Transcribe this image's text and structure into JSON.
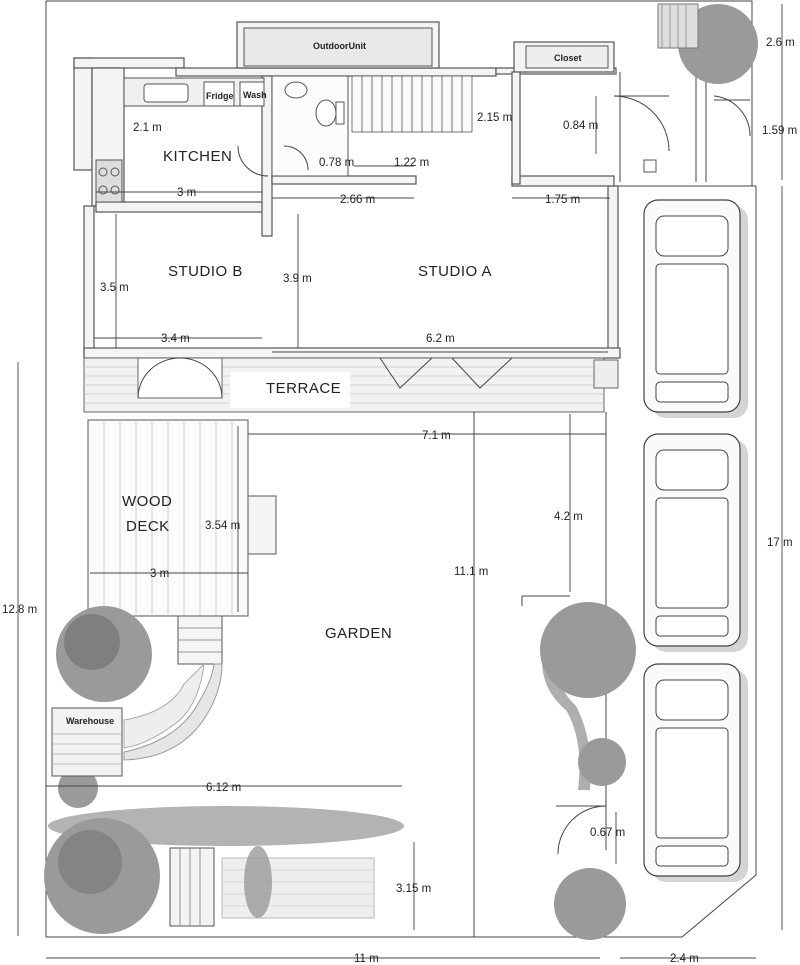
{
  "rooms": {
    "kitchen": "KITCHEN",
    "studio_b": "STUDIO  B",
    "studio_a": "STUDIO  A",
    "terrace": "TERRACE",
    "wood_deck_1": "WOOD",
    "wood_deck_2": "DECK",
    "garden": "GARDEN"
  },
  "fixtures": {
    "outdoor_unit": "OutdoorUnit",
    "closet": "Closet",
    "fridge": "Fridge",
    "wash": "Wash",
    "warehouse": "Warehouse"
  },
  "dimensions": {
    "top_right_width": "2.6 m",
    "top_right_height": "1.59 m",
    "kitchen_depth": "2.1 m",
    "kitchen_width": "3 m",
    "toilet_width": "0.78 m",
    "stair_width": "1.22 m",
    "stair_length": "2.15 m",
    "closet_door": "0.84 m",
    "studio_a_top": "2.66 m",
    "closet_width": "1.75 m",
    "studio_b_height": "3.5 m",
    "studio_a_height": "3.9 m",
    "studio_b_width": "3.4 m",
    "studio_a_width": "6.2 m",
    "garden_width": "7.1 m",
    "deck_height": "3.54 m",
    "deck_width": "3 m",
    "garden_length": "11.1 m",
    "garden_side": "4.2 m",
    "total_height": "12.8 m",
    "parking_length": "17 m",
    "path_length": "6.12 m",
    "gate_width": "0.67 m",
    "path_depth": "3.15 m",
    "total_width": "11 m",
    "parking_width": "2.4 m"
  }
}
